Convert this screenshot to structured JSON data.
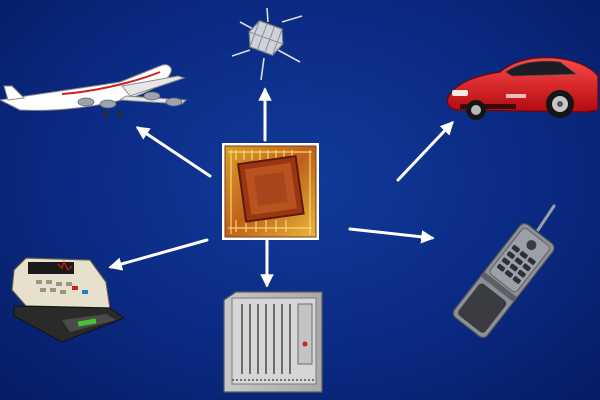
{
  "diagram": {
    "hub": {
      "icon": "microchip-icon"
    },
    "targets": [
      {
        "id": "satellite",
        "icon": "satellite-icon"
      },
      {
        "id": "airplane",
        "icon": "airplane-icon"
      },
      {
        "id": "sports-car",
        "icon": "sports-car-icon"
      },
      {
        "id": "cash-register",
        "icon": "cash-register-icon"
      },
      {
        "id": "server-rack",
        "icon": "server-rack-icon"
      },
      {
        "id": "mobile-phone",
        "icon": "mobile-phone-icon"
      }
    ]
  },
  "colors": {
    "background": "#0a2a83",
    "arrow": "#ffffff",
    "chip_copper": "#b8521e",
    "chip_gold": "#f0c03a",
    "car_red": "#e0141c",
    "airplane_white": "#ffffff",
    "phone_gray": "#8c8f96"
  }
}
